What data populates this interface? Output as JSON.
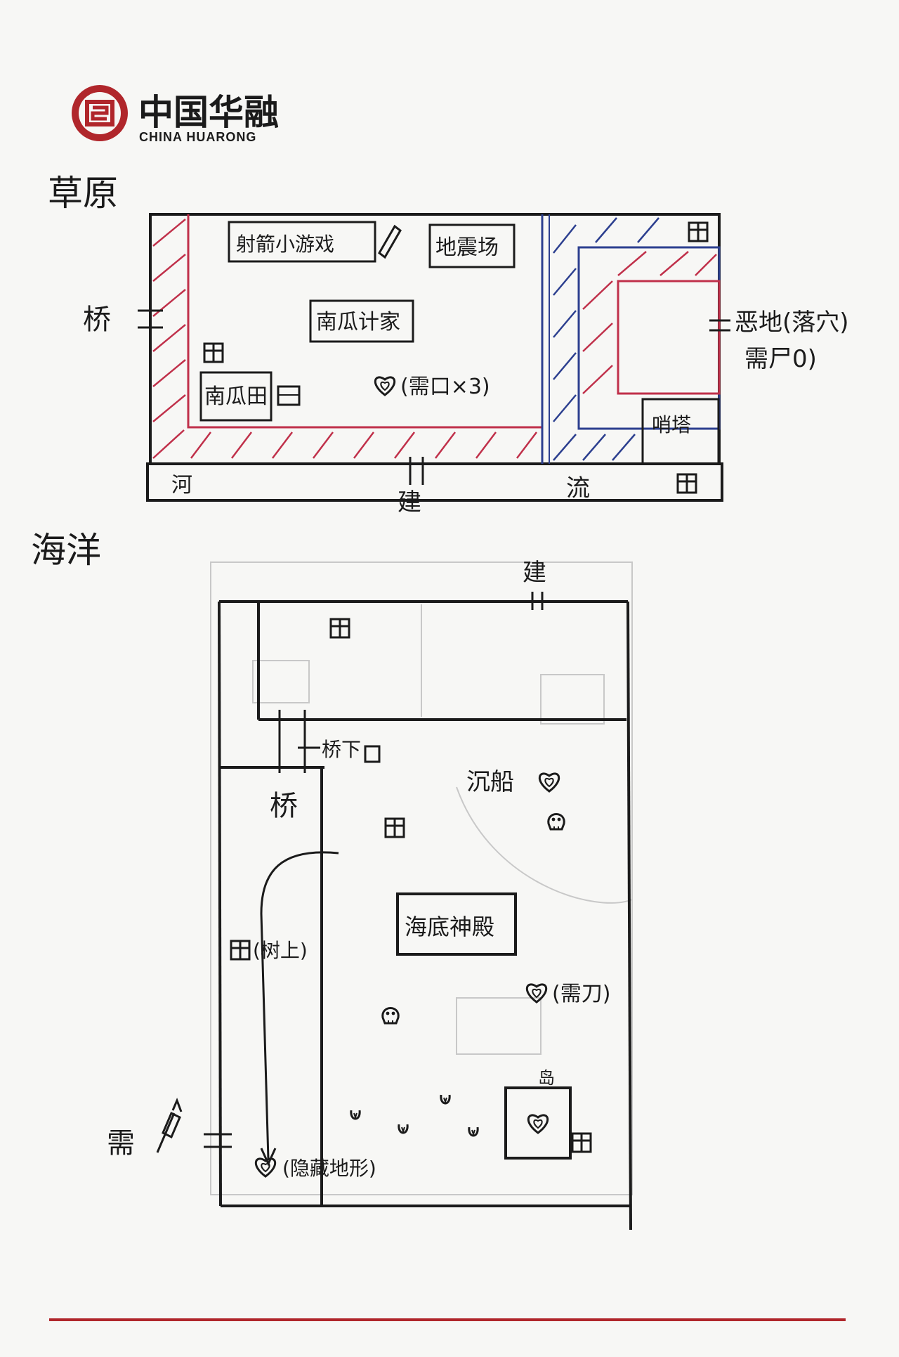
{
  "brand": {
    "name_cn": "中国华融",
    "name_en": "CHINA HUARONG",
    "color": "#b0262b"
  },
  "grassland": {
    "title": "草原",
    "labels": {
      "archery": "射箭小游戏",
      "dizhen": "地震场",
      "pumpkin_home": "南瓜计家",
      "pumpkin_field": "南瓜田",
      "heart_need": "(需口×3)",
      "bridge": "桥",
      "bad_land": "恶地(落穴)",
      "need_ammo": "需尸0)",
      "watchtower": "哨塔",
      "river_a": "河",
      "river_b": "流",
      "build": "建"
    }
  },
  "ocean": {
    "title": "海洋",
    "labels": {
      "build_top": "建",
      "under_bridge": "桥下",
      "bridge": "桥",
      "sunken_ship": "沉船",
      "temple": "海底神殿",
      "on_tree": "(树上)",
      "need_knife": "(需刀)",
      "island": "岛",
      "need": "需",
      "hidden_terrain": "(隐藏地形)"
    }
  },
  "colors": {
    "ink": "#1b1b1b",
    "red": "#c0304a",
    "blue": "#2c3f8f",
    "pencil": "#c8c8c8"
  }
}
